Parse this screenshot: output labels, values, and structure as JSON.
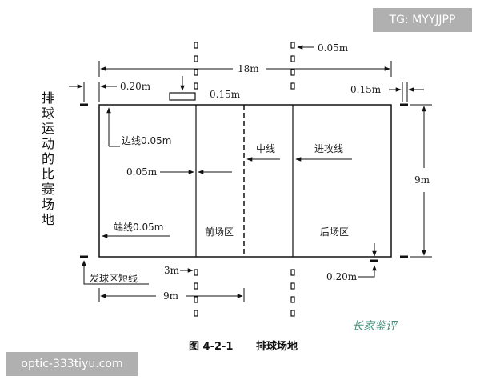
{
  "watermarks": {
    "top": "TG: MYYJJPP",
    "bottom": "optic-333tiyu.com"
  },
  "side_title": [
    "排",
    "球",
    "运",
    "动",
    "的",
    "比",
    "赛",
    "场",
    "地"
  ],
  "dims": {
    "total_length": "18m",
    "post_gap": "0.05m",
    "left_gap": "0.20m",
    "antenna": "0.15m",
    "right_gap": "0.15m",
    "width": "9m",
    "line_width": "0.05m",
    "service_gap": "0.20m",
    "attack_ext": "3m",
    "half_length": "9m"
  },
  "labels": {
    "side_line": "边线0.05m",
    "end_line": "端线0.05m",
    "center_line": "中线",
    "attack_line": "进攻线",
    "front_zone": "前场区",
    "back_zone": "后场区",
    "service_zone": "发球区短线"
  },
  "caption": {
    "figure": "图 4-2-1",
    "title": "排球场地"
  },
  "signature": "长家鉴评"
}
